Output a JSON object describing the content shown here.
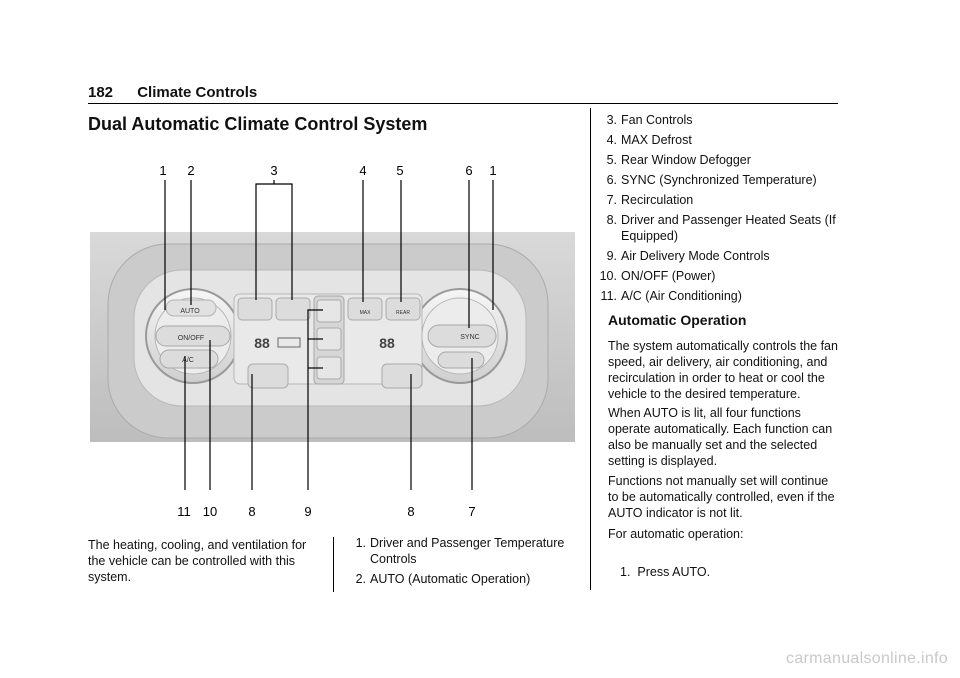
{
  "header": {
    "page_number": "182",
    "section": "Climate Controls"
  },
  "title": "Dual Automatic Climate Control System",
  "figure": {
    "callouts_top": [
      "1",
      "2",
      "3",
      "4",
      "5",
      "6",
      "1"
    ],
    "callouts_bottom": [
      "11",
      "10",
      "8",
      "9",
      "8",
      "7"
    ],
    "button_labels": {
      "auto": "AUTO",
      "on_off": "ON/OFF",
      "ac": "A/C",
      "sync": "SYNC",
      "max": "MAX",
      "rear": "REAR",
      "temp_left": "88",
      "temp_right": "88"
    }
  },
  "intro_text": "The heating, cooling, and ventilation for the vehicle can be controlled with this system.",
  "legend_items": [
    {
      "num": "1.",
      "text": "Driver and Passenger Temperature Controls"
    },
    {
      "num": "2.",
      "text": "AUTO (Automatic Operation)"
    },
    {
      "num": "3.",
      "text": "Fan Controls"
    },
    {
      "num": "4.",
      "text": "MAX Defrost"
    },
    {
      "num": "5.",
      "text": "Rear Window Defogger"
    },
    {
      "num": "6.",
      "text": "SYNC (Synchronized Temperature)"
    },
    {
      "num": "7.",
      "text": "Recirculation"
    },
    {
      "num": "8.",
      "text": "Driver and Passenger Heated Seats (If Equipped)"
    },
    {
      "num": "9.",
      "text": "Air Delivery Mode Controls"
    },
    {
      "num": "10.",
      "text": "ON/OFF (Power)"
    },
    {
      "num": "11.",
      "text": "A/C (Air Conditioning)"
    }
  ],
  "auto_section": {
    "heading": "Automatic Operation",
    "paragraphs": [
      "The system automatically controls the fan speed, air delivery, air conditioning, and recirculation in order to heat or cool the vehicle to the desired temperature.",
      "When AUTO is lit, all four functions operate automatically. Each function can also be manually set and the selected setting is displayed.",
      "Functions not manually set will continue to be automatically controlled, even if the AUTO indicator is not lit.",
      "For automatic operation:"
    ],
    "step": {
      "num": "1.",
      "text": "Press AUTO."
    }
  },
  "watermark": "carmanualsonline.info"
}
